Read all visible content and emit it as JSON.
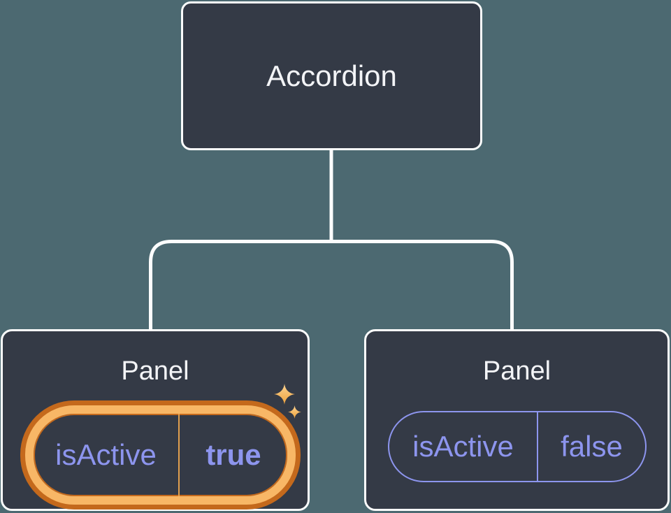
{
  "colors": {
    "bg": "#4C6971",
    "node-fill": "#343A46",
    "node-border": "#FCFDFD",
    "line": "#FCFDFD",
    "title": "#F3F4F7",
    "purple": "#8D95EE",
    "orange-dark": "#C4691C",
    "orange-light": "#F8B766",
    "orange-divider": "#E2A04E"
  },
  "icons": {
    "highlight_large": "sparkle-icon",
    "highlight_small": "sparkle-icon"
  },
  "tree": {
    "root": {
      "label": "Accordion"
    },
    "children": [
      {
        "label": "Panel",
        "prop": {
          "name": "isActive",
          "value": "true",
          "highlighted": true
        }
      },
      {
        "label": "Panel",
        "prop": {
          "name": "isActive",
          "value": "false",
          "highlighted": false
        }
      }
    ]
  }
}
